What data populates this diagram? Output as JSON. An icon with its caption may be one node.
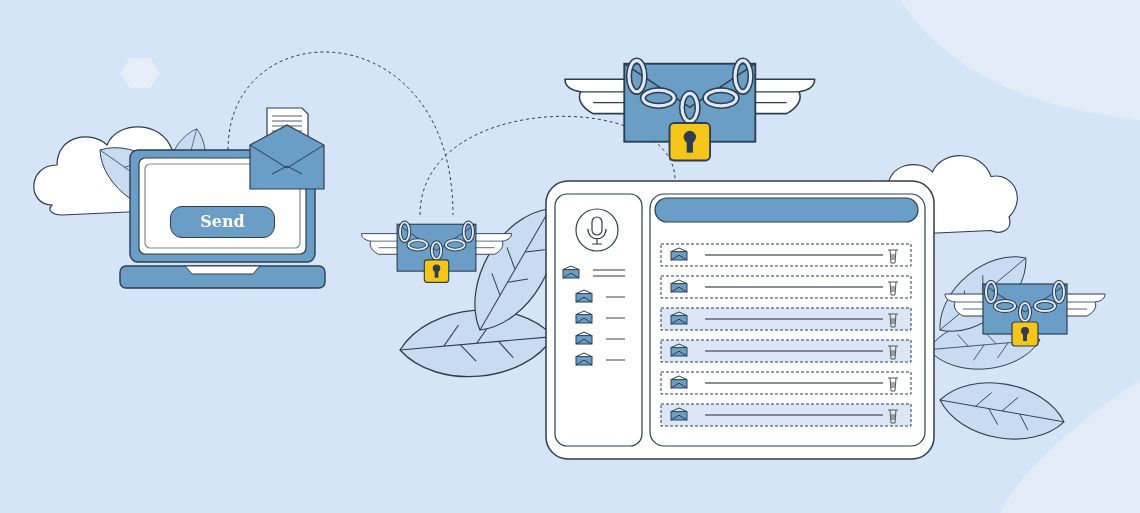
{
  "diagram": {
    "nodes": [
      {
        "text": [
          "Send"
        ]
      },
      {
        "text": [],
        "shape": "picture"
      },
      {
        "text": [],
        "shape": "picture"
      }
    ],
    "edges": [
      {
        "from": 0,
        "to": 1,
        "arrow": "none",
        "style": "dashed"
      },
      {
        "from": 1,
        "to": 2,
        "arrow": "none",
        "style": "dashed"
      }
    ]
  }
}
